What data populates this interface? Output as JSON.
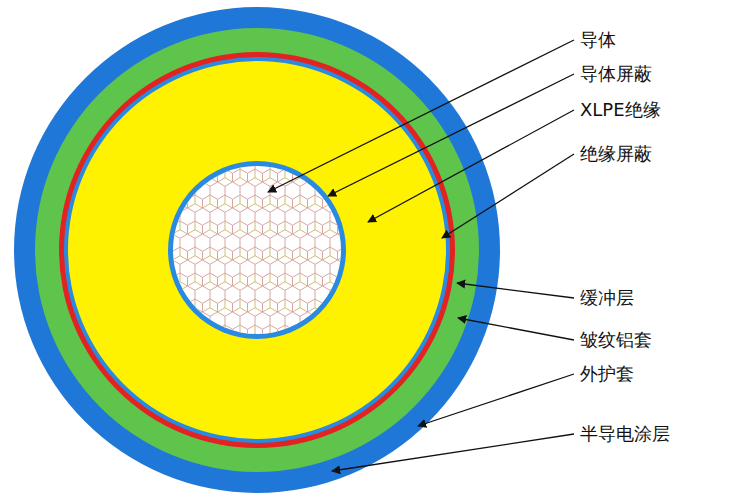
{
  "diagram": {
    "labels": [
      "导体",
      "导体屏蔽",
      "XLPE绝缘",
      "绝缘屏蔽",
      "缓冲层",
      "皱纹铝套",
      "外护套",
      "半导电涂层"
    ]
  }
}
